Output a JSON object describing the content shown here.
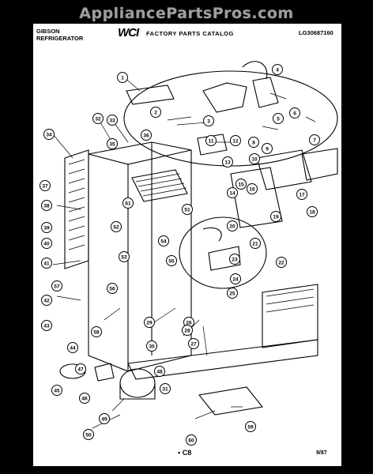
{
  "watermark": "AppliancePartsPros.com",
  "header": {
    "brand": "GIBSON",
    "product": "REFRIGERATOR",
    "logo": "WCI",
    "catalog": "FACTORY PARTS CATALOG",
    "model": "LG30687160"
  },
  "footer": {
    "page_code": "C8",
    "date": "9/87"
  },
  "callouts": [
    "1",
    "2",
    "3",
    "4",
    "5",
    "6",
    "7",
    "8",
    "9",
    "10",
    "11",
    "12",
    "13",
    "14",
    "15",
    "16",
    "17",
    "18",
    "19",
    "20",
    "21",
    "22",
    "23",
    "24",
    "25",
    "26",
    "27",
    "28",
    "29",
    "30",
    "31",
    "32",
    "33",
    "34",
    "35",
    "36",
    "37",
    "38",
    "39",
    "40",
    "41",
    "42",
    "43",
    "44",
    "45",
    "46",
    "47",
    "48",
    "49",
    "50",
    "51",
    "52",
    "53",
    "54",
    "55",
    "56",
    "57",
    "58",
    "59",
    "60",
    "61"
  ]
}
